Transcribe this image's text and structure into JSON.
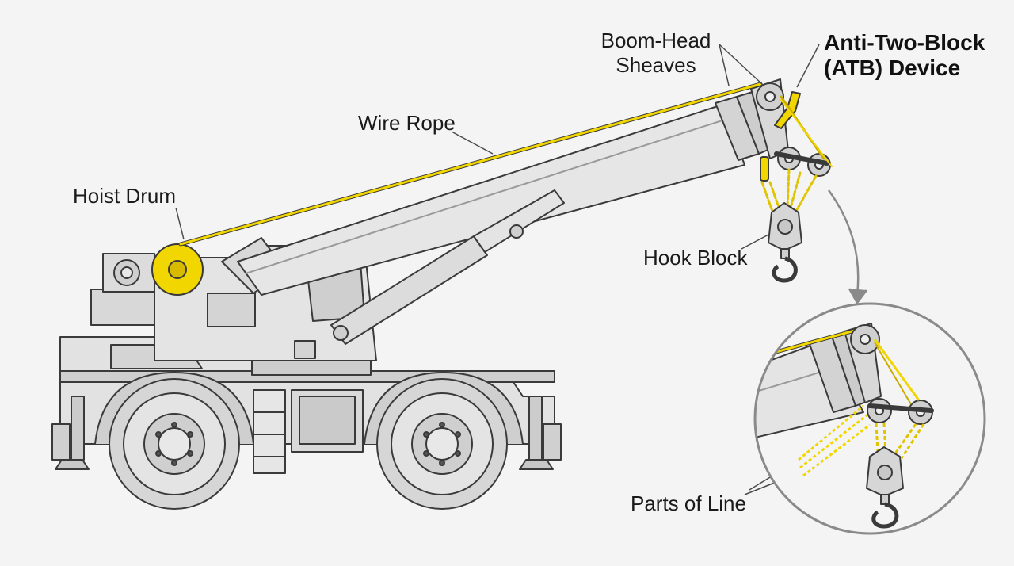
{
  "labels": {
    "boom_head_sheaves": [
      "Boom-Head",
      "Sheaves"
    ],
    "atb_device": [
      "Anti-Two-Block",
      "(ATB) Device"
    ],
    "wire_rope": "Wire Rope",
    "hoist_drum": "Hoist Drum",
    "hook_block": "Hook Block",
    "parts_of_line": "Parts of Line"
  },
  "colors": {
    "background": "#f4f4f4",
    "body_fill": "#dedede",
    "outline": "#3a3a3a",
    "rope_yellow": "#f2d600",
    "callout_arrow": "#8a8a8a"
  }
}
